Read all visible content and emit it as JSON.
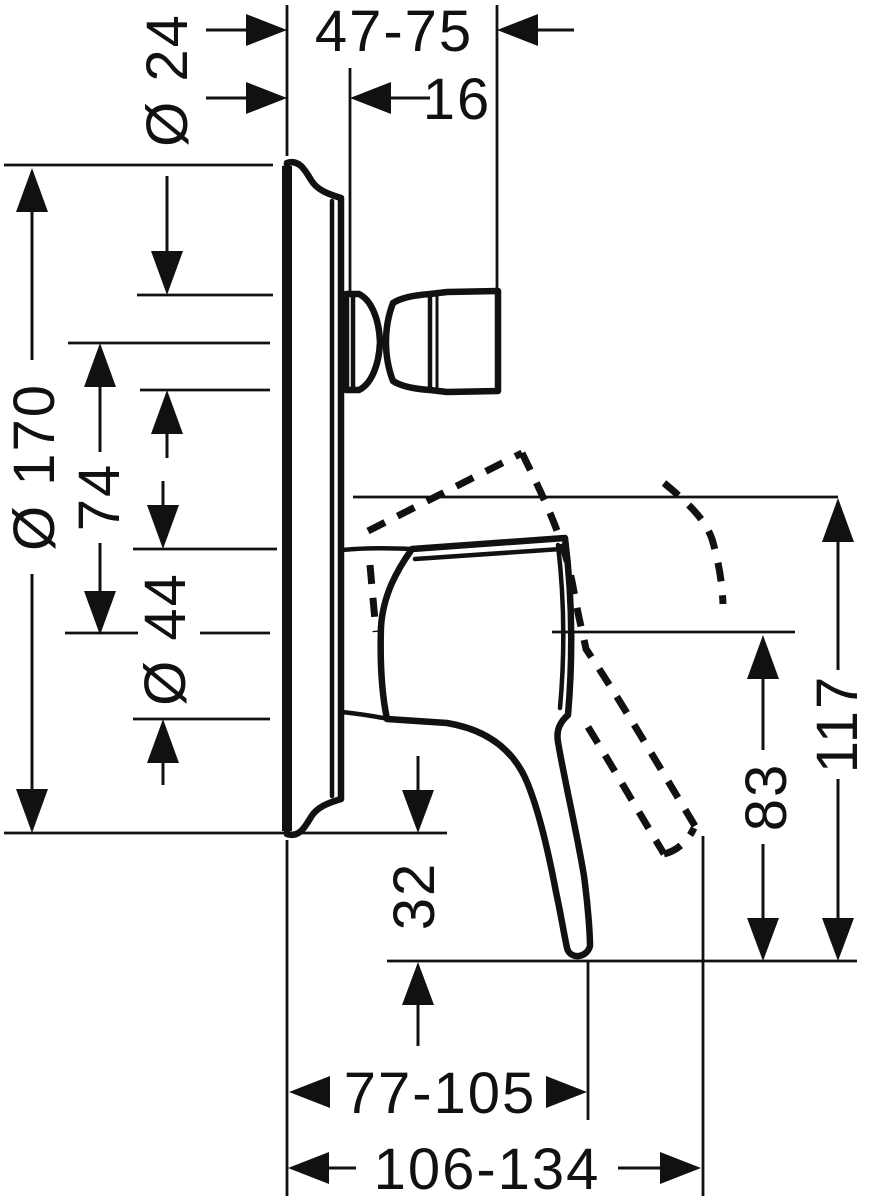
{
  "drawing": {
    "background_color": "#ffffff",
    "line_color": "#111111",
    "labels": {
      "knob_diameter": "Ø 24",
      "wall_to_knob_face": "47-75",
      "plate_front_offset": "16",
      "plate_diameter": "Ø 170",
      "knob_axis_to_handle_axis": "74",
      "handle_hub_diameter": "Ø 44",
      "plate_bottom_to_lever": "32",
      "handle_axis_to_lever_tip": "83",
      "lever_max_height": "117",
      "wall_to_lever_tip": "77-105",
      "wall_to_lever_tip_raised": "106-134"
    }
  }
}
